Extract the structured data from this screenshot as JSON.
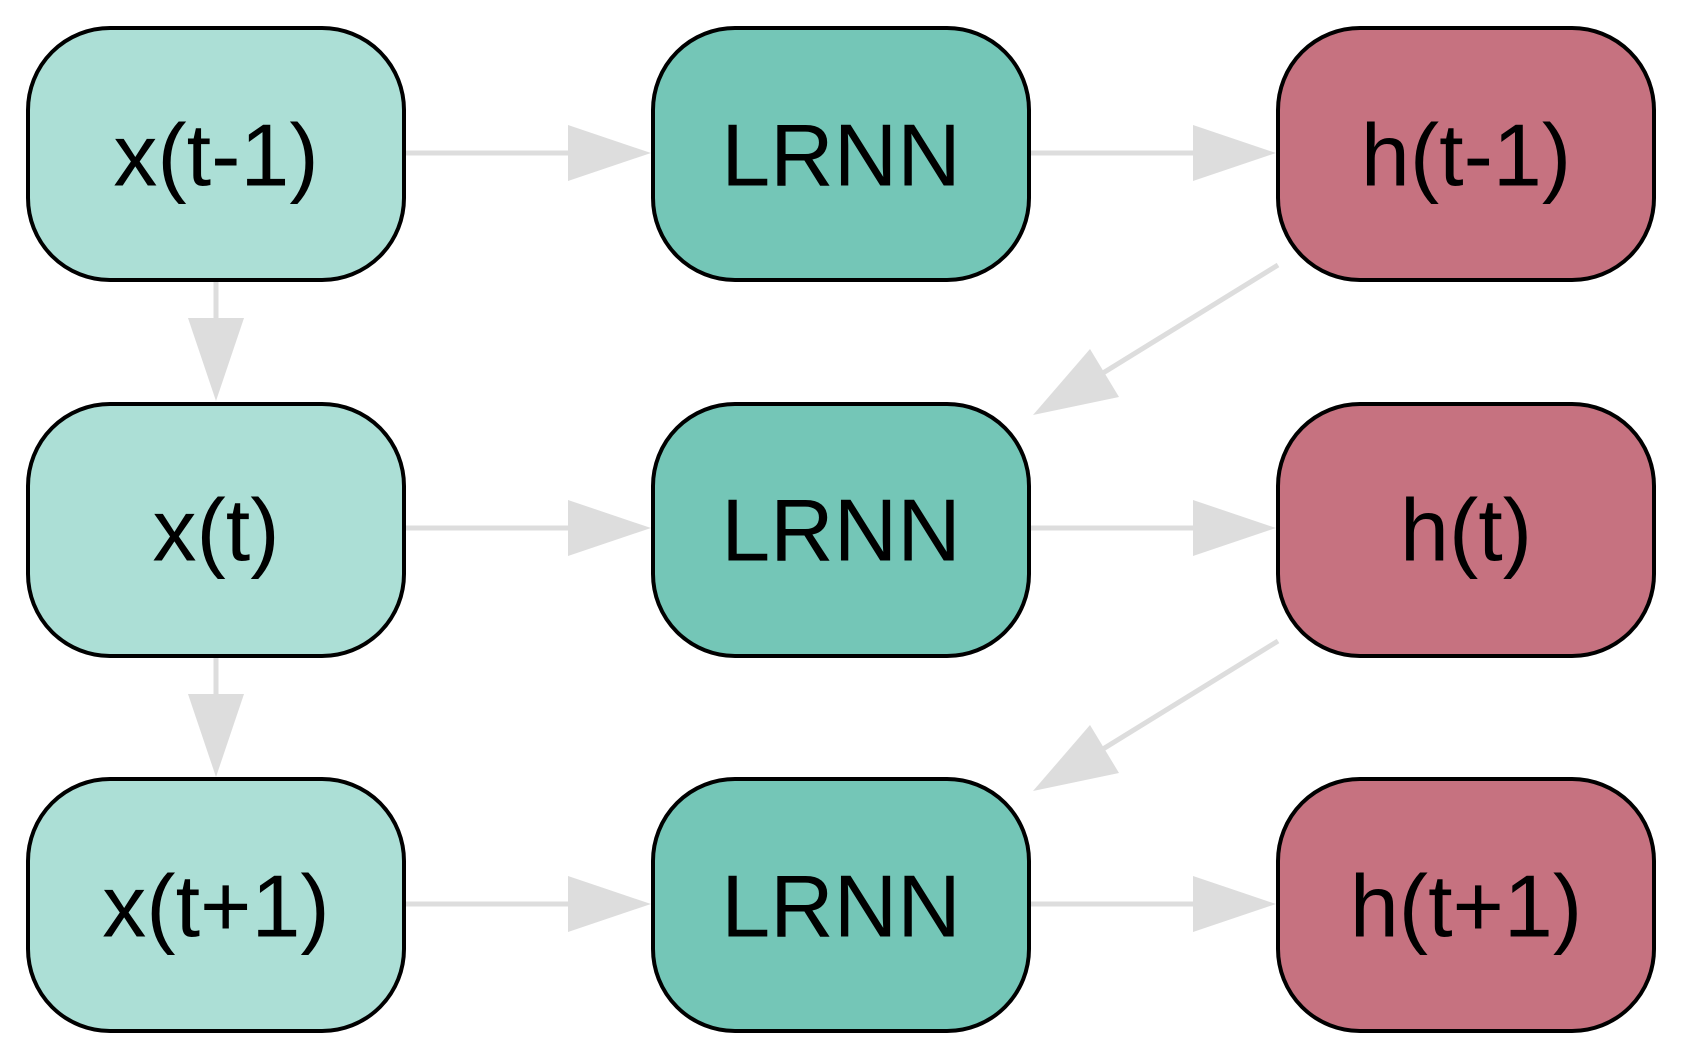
{
  "colors": {
    "input": "#acdfd6",
    "cell": "#74c6b7",
    "hidden": "#c67280",
    "edge": "#dddddd",
    "border": "#000000"
  },
  "nodes": {
    "x_prev": "x(t-1)",
    "x_curr": "x(t)",
    "x_next": "x(t+1)",
    "lrnn_prev": "LRNN",
    "lrnn_curr": "LRNN",
    "lrnn_next": "LRNN",
    "h_prev": "h(t-1)",
    "h_curr": "h(t)",
    "h_next": "h(t+1)"
  },
  "edges": [
    {
      "from": "x_prev",
      "to": "lrnn_prev"
    },
    {
      "from": "lrnn_prev",
      "to": "h_prev"
    },
    {
      "from": "x_curr",
      "to": "lrnn_curr"
    },
    {
      "from": "lrnn_curr",
      "to": "h_curr"
    },
    {
      "from": "x_next",
      "to": "lrnn_next"
    },
    {
      "from": "lrnn_next",
      "to": "h_next"
    },
    {
      "from": "x_prev",
      "to": "x_curr"
    },
    {
      "from": "x_curr",
      "to": "x_next"
    },
    {
      "from": "h_prev",
      "to": "lrnn_curr"
    },
    {
      "from": "h_curr",
      "to": "lrnn_next"
    }
  ]
}
